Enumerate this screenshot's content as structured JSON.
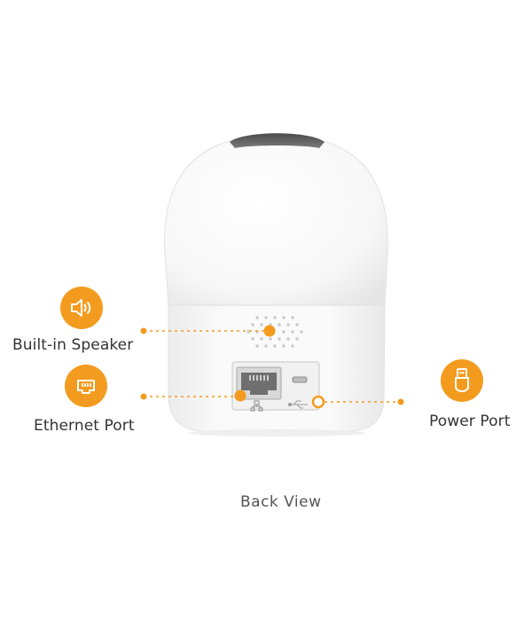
{
  "callouts": {
    "speaker": {
      "label": "Built-in Speaker"
    },
    "ethernet": {
      "label": "Ethernet Port"
    },
    "power": {
      "label": "Power Port"
    }
  },
  "caption": "Back View",
  "icons": {
    "speaker": "speaker-icon",
    "ethernet": "ethernet-icon",
    "power": "usb-plug-icon"
  },
  "colors": {
    "accent": "#F39B1E",
    "body": "#FFFFFF",
    "lens": "#5E5E5E",
    "text": "#333333"
  }
}
